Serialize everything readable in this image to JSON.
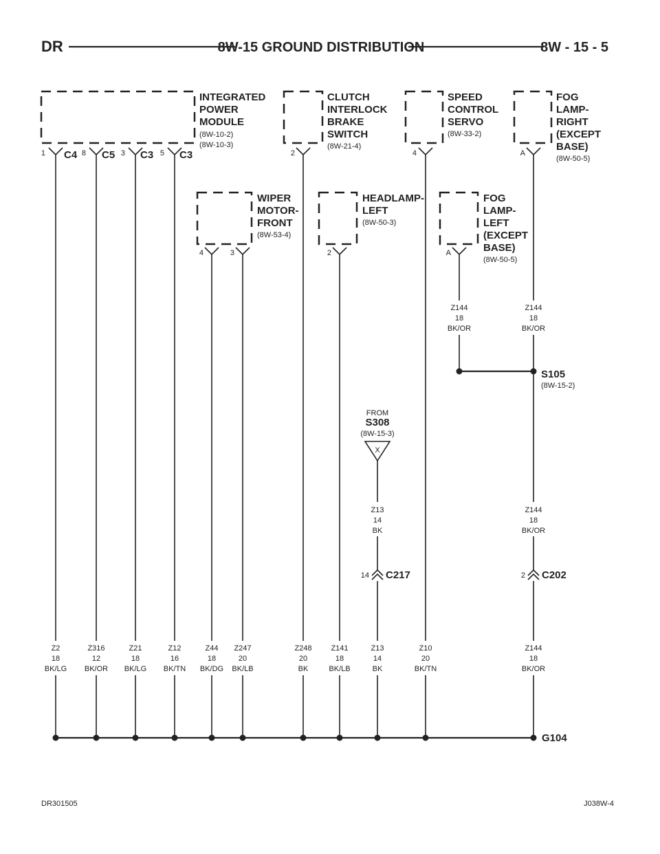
{
  "header": {
    "left": "DR",
    "center": "8W-15 GROUND DISTRIBUTION",
    "right": "8W - 15 - 5"
  },
  "footer": {
    "left": "DR301505",
    "right": "J038W-4"
  },
  "components": {
    "ipm": {
      "title": [
        "INTEGRATED",
        "POWER",
        "MODULE"
      ],
      "refs": [
        "(8W-10-2)",
        "(8W-10-3)"
      ],
      "connectors": [
        {
          "pin": "1",
          "name": "C4"
        },
        {
          "pin": "8",
          "name": "C5"
        },
        {
          "pin": "3",
          "name": "C3"
        },
        {
          "pin": "5",
          "name": "C3"
        }
      ]
    },
    "clutch": {
      "title": [
        "CLUTCH",
        "INTERLOCK",
        "BRAKE",
        "SWITCH"
      ],
      "refs": [
        "(8W-21-4)"
      ],
      "pin": "2"
    },
    "servo": {
      "title": [
        "SPEED",
        "CONTROL",
        "SERVO"
      ],
      "refs": [
        "(8W-33-2)"
      ],
      "pin": "4"
    },
    "fog_right": {
      "title": [
        "FOG",
        "LAMP-",
        "RIGHT",
        "(EXCEPT",
        "BASE)"
      ],
      "refs": [
        "(8W-50-5)"
      ],
      "pin": "A"
    },
    "wiper": {
      "title": [
        "WIPER",
        "MOTOR-",
        "FRONT"
      ],
      "refs": [
        "(8W-53-4)"
      ],
      "pins": [
        "4",
        "3"
      ]
    },
    "headlamp": {
      "title": [
        "HEADLAMP-",
        "LEFT"
      ],
      "refs": [
        "(8W-50-3)"
      ],
      "pin": "2"
    },
    "fog_left": {
      "title": [
        "FOG",
        "LAMP-",
        "LEFT",
        "(EXCEPT",
        "BASE)"
      ],
      "refs": [
        "(8W-50-5)"
      ],
      "pin": "A"
    }
  },
  "splices": {
    "s105": {
      "name": "S105",
      "ref": "(8W-15-2)"
    },
    "s308": {
      "from": "FROM",
      "name": "S308",
      "ref": "(8W-15-3)",
      "symbol": "X"
    }
  },
  "inline_connectors": {
    "c217": {
      "pin": "14",
      "name": "C217"
    },
    "c202": {
      "pin": "2",
      "name": "C202"
    }
  },
  "mid_wire_labels": {
    "fog_left": [
      "Z144",
      "18",
      "BK/OR"
    ],
    "fog_right": [
      "Z144",
      "18",
      "BK/OR"
    ],
    "s308_down": [
      "Z13",
      "14",
      "BK"
    ],
    "s105_down": [
      "Z144",
      "18",
      "BK/OR"
    ]
  },
  "bottom_wire_labels": [
    [
      "Z2",
      "18",
      "BK/LG"
    ],
    [
      "Z316",
      "12",
      "BK/OR"
    ],
    [
      "Z21",
      "18",
      "BK/LG"
    ],
    [
      "Z12",
      "16",
      "BK/TN"
    ],
    [
      "Z44",
      "18",
      "BK/DG"
    ],
    [
      "Z247",
      "20",
      "BK/LB"
    ],
    [
      "Z248",
      "20",
      "BK"
    ],
    [
      "Z141",
      "18",
      "BK/LB"
    ],
    [
      "Z13",
      "14",
      "BK"
    ],
    [
      "Z10",
      "20",
      "BK/TN"
    ],
    [
      "Z144",
      "18",
      "BK/OR"
    ]
  ],
  "ground": {
    "name": "G104"
  }
}
